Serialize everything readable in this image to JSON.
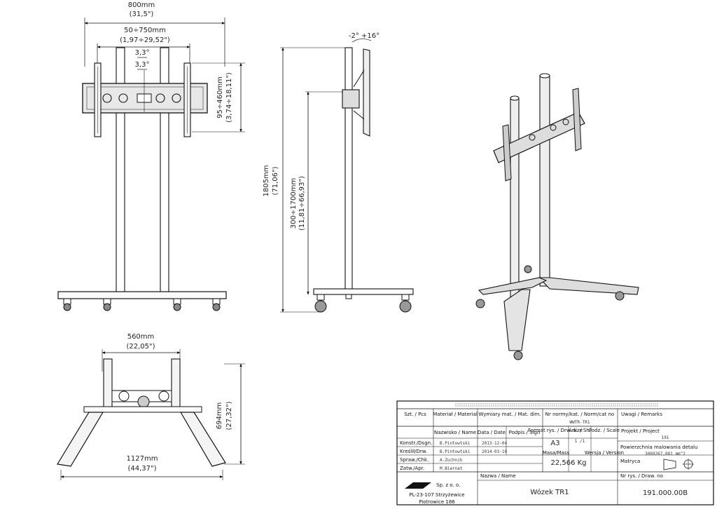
{
  "front_view": {
    "width_mm": "800mm",
    "width_in": "(31,5\")",
    "vesa_mm": "50÷750mm",
    "vesa_in": "(1,97÷29,52\")",
    "tilt_a": "3,3°",
    "tilt_b": "3,3°",
    "height_mm": "95÷460mm",
    "height_in": "(3,74÷18,11\")"
  },
  "side_view": {
    "tilt": "-2°  +16°",
    "total_mm": "1805mm",
    "total_in": "(71,06\")",
    "range_mm": "300÷1700mm",
    "range_in": "(11,81÷66,93\")"
  },
  "top_view": {
    "width_mm": "560mm",
    "width_in": "(22,05\")",
    "span_mm": "1127mm",
    "span_in": "(44,37\")",
    "depth_mm": "694mm",
    "depth_in": "(27,32\")"
  },
  "title_block": {
    "header": {
      "label": "Szt. / Pcs",
      "material": "Materiał / Material",
      "dims": "Wymiary mat. / Mat. dim.",
      "norm": "Nr normy/kat. / Norm/cat no",
      "remarks": "Uwagi / Remarks"
    },
    "norm_value": "WWTR-TR1",
    "names_header": {
      "name": "Nazwisko / Name",
      "date": "Data / Date",
      "sign": "Podpis / Sign",
      "format": "Format rys. / Drw. size",
      "sheet": "Ark. / Sh.",
      "scale": "Podz. / Scale",
      "project": "Projekt / Project"
    },
    "project_value": "191",
    "format_value": "A3",
    "sheet_value": "1 /1",
    "rows": [
      {
        "role": "Konstr./Dsgn.",
        "name": "B.Pintowtski",
        "date": "2013-12-04"
      },
      {
        "role": "Kreślił/Drw.",
        "name": "B.Pintowtski",
        "date": "2014-03-10"
      },
      {
        "role": "Spraw./Chk.",
        "name": "A.Zuchnik",
        "date": ""
      },
      {
        "role": "Zatw./Apr.",
        "name": "M.Biernat",
        "date": ""
      }
    ],
    "mass_label": "Masa/Mass",
    "mass_value": "22,566  Kg",
    "version_label": "Wersja / Version",
    "area_label": "Powierzchnia malowania detalu",
    "area_value": "3069267,081  mm^2",
    "matrix_label": "Matryca",
    "name_label": "Nazwa / Name",
    "name_value": "Wózek  TR1",
    "drawno_label": "Nr rys. / Draw. no",
    "drawno_value": "191.000.00B",
    "company": "Sp. z o. o.",
    "address1": "PL-23-107 Strzyżewice",
    "address2": "Piotrowice 186"
  }
}
